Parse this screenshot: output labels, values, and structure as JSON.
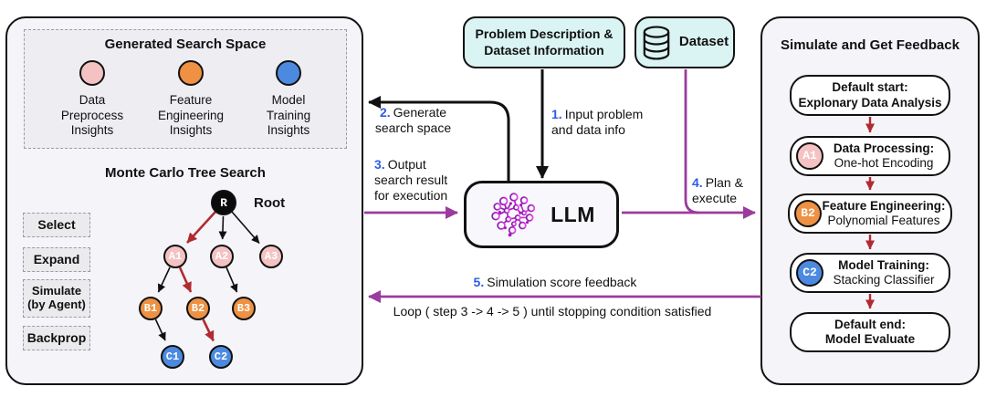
{
  "colors": {
    "accent_purple": "#9b3b9e",
    "arrow_red": "#b12a31",
    "step_number_blue": "#2f5be5",
    "node_pink": "#f4c2c2",
    "node_orange": "#ee9143",
    "node_blue": "#4c8ae0",
    "panel_bg": "#f4f4f9",
    "cyan_box_bg": "#d9f4f2"
  },
  "left_panel": {
    "search_space_title": "Generated Search Space",
    "insights": [
      {
        "label1": "Data",
        "label2": "Preprocess",
        "label3": "Insights",
        "color": "#f4c2c2"
      },
      {
        "label1": "Feature",
        "label2": "Engineering",
        "label3": "Insights",
        "color": "#ee9143"
      },
      {
        "label1": "Model",
        "label2": "Training",
        "label3": "Insights",
        "color": "#4c8ae0"
      }
    ],
    "mcts_title": "Monte Carlo Tree Search",
    "root_caption": "Root",
    "phases": [
      {
        "line1": "Select",
        "line2": ""
      },
      {
        "line1": "Expand",
        "line2": ""
      },
      {
        "line1": "Simulate",
        "line2": "(by Agent)"
      },
      {
        "line1": "Backprop",
        "line2": ""
      }
    ],
    "tree_nodes": [
      {
        "label": "R",
        "color": "#0b0b0b"
      },
      {
        "label": "A1",
        "color": "#f4c2c2"
      },
      {
        "label": "A2",
        "color": "#f4c2c2"
      },
      {
        "label": "A3",
        "color": "#f4c2c2"
      },
      {
        "label": "B1",
        "color": "#ee9143"
      },
      {
        "label": "B2",
        "color": "#ee9143"
      },
      {
        "label": "B3",
        "color": "#ee9143"
      },
      {
        "label": "C1",
        "color": "#4c8ae0"
      },
      {
        "label": "C2",
        "color": "#4c8ae0"
      }
    ]
  },
  "problem_box": {
    "line1": "Problem Description &",
    "line2": "Dataset Information"
  },
  "dataset_box": {
    "label": "Dataset"
  },
  "llm_box": {
    "label": "LLM"
  },
  "steps": [
    {
      "num": "1.",
      "line1": "Input problem",
      "line2": "and data info"
    },
    {
      "num": "2.",
      "line1": "Generate",
      "line2": "search space"
    },
    {
      "num": "3.",
      "line1": "Output",
      "line2": "search result",
      "line3": "for execution"
    },
    {
      "num": "4.",
      "line1": "Plan &",
      "line2": "execute"
    },
    {
      "num": "5.",
      "line1": "Simulation score feedback"
    }
  ],
  "loop_note": "Loop ( step 3 -> 4 -> 5 ) until stopping condition satisfied",
  "right_panel": {
    "title": "Simulate and Get Feedback",
    "boxes": [
      {
        "badge": "",
        "line1": "Default start:",
        "line2": "Explonary Data Analysis"
      },
      {
        "badge": "A1",
        "line1": "Data Processing:",
        "line2": "One-hot Encoding"
      },
      {
        "badge": "B2",
        "line1": "Feature Engineering:",
        "line2": "Polynomial Features"
      },
      {
        "badge": "C2",
        "line1": "Model Training:",
        "line2": "Stacking Classifier"
      },
      {
        "badge": "",
        "line1": "Default end:",
        "line2": "Model Evaluate"
      }
    ]
  }
}
